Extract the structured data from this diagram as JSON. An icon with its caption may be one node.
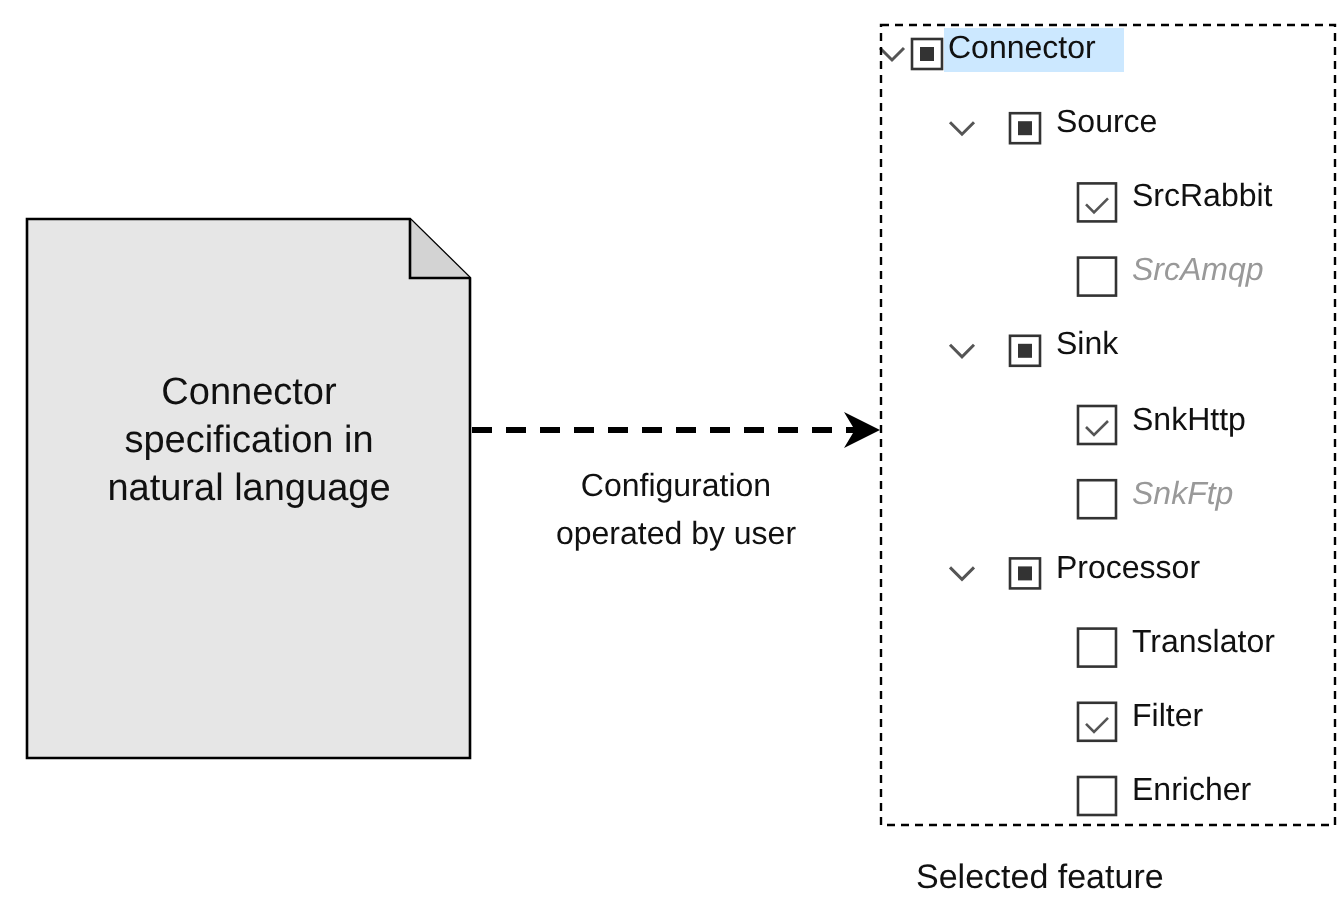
{
  "diagram": {
    "nodes": [
      {
        "text": [
          "Connector specification in natural language"
        ]
      },
      {
        "text": [],
        "shape": "box",
        "beside": [
          "Selected feature"
        ]
      }
    ],
    "edges": [
      {
        "from": 0,
        "to": 1,
        "arrow": "to",
        "style": "dashed",
        "label": "Configuration operated by user"
      }
    ],
    "labels": [
      "Connector",
      "Source",
      "SrcRabbit",
      "SrcAmqp",
      "Sink",
      "SnkHttp",
      "SnkFtp",
      "Processor",
      "Translator",
      "Filter",
      "Enricher"
    ]
  }
}
